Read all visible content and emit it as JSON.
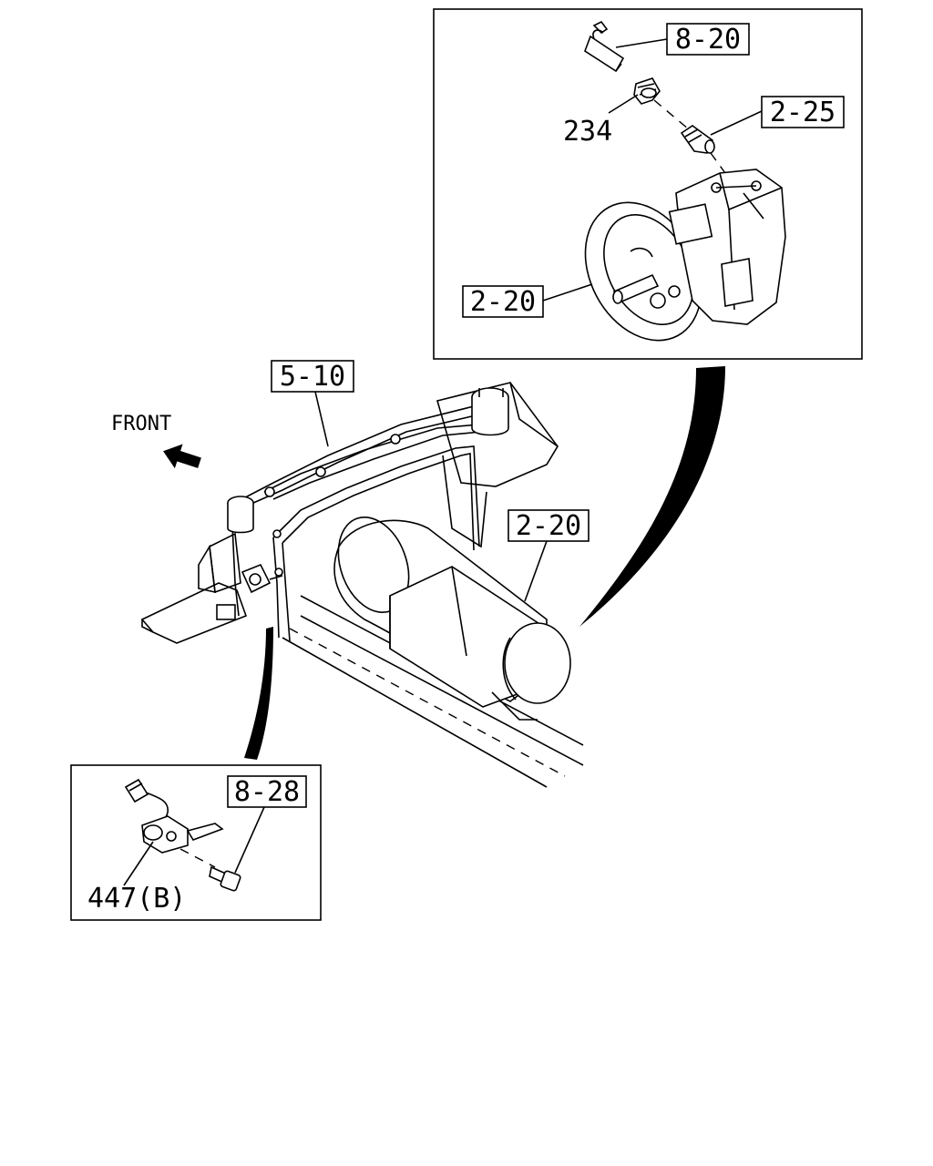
{
  "refs": {
    "ref_8_20": "8-20",
    "ref_2_25": "2-25",
    "ref_2_20_detail": "2-20",
    "ref_5_10": "5-10",
    "ref_2_20_main": "2-20",
    "ref_8_28": "8-28"
  },
  "parts": {
    "part_234": "234",
    "part_447b": "447(B)"
  },
  "orientation": {
    "front_label": "FRONT"
  },
  "icons": {
    "front_arrow": "arrow-left-icon"
  }
}
